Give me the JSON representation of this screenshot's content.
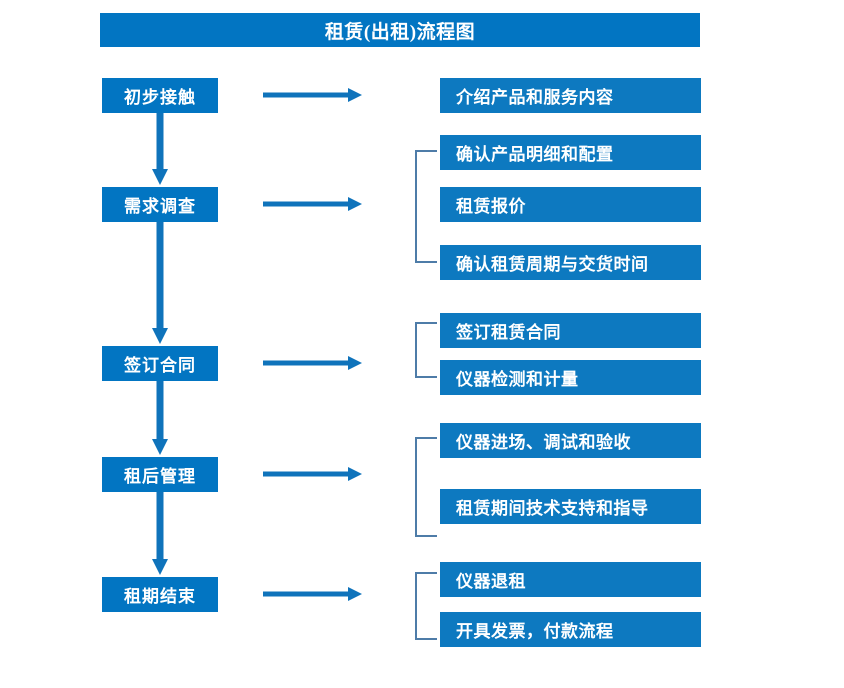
{
  "chart_data": {
    "type": "diagram",
    "title": "租赁(出租)流程图",
    "diagram_kind": "flowchart",
    "orientation": "vertical-with-branches",
    "colors": {
      "title_bar": "#0275C2",
      "stage_box": "#0275C2",
      "detail_box": "#0D79C0",
      "arrow": "#0F73BB",
      "bracket": "#4E7CA8",
      "text": "#FFFFFF",
      "background": "#FFFFFF"
    },
    "stages": [
      {
        "id": "stage-1",
        "label": "初步接触",
        "details": [
          "介绍产品和服务内容"
        ],
        "bracketed": false
      },
      {
        "id": "stage-2",
        "label": "需求调查",
        "details": [
          "确认产品明细和配置",
          "租赁报价",
          "确认租赁周期与交货时间"
        ],
        "bracketed": true
      },
      {
        "id": "stage-3",
        "label": "签订合同",
        "details": [
          "签订租赁合同",
          "仪器检测和计量"
        ],
        "bracketed": true
      },
      {
        "id": "stage-4",
        "label": "租后管理",
        "details": [
          "仪器进场、调试和验收",
          "租赁期间技术支持和指导"
        ],
        "bracketed": true
      },
      {
        "id": "stage-5",
        "label": "租期结束",
        "details": [
          "仪器退租",
          "开具发票，付款流程"
        ],
        "bracketed": true
      }
    ]
  },
  "title": {
    "text": "租赁(出租)流程图"
  },
  "stages": [
    {
      "label": "初步接触"
    },
    {
      "label": "需求调查"
    },
    {
      "label": "签订合同"
    },
    {
      "label": "租后管理"
    },
    {
      "label": "租期结束"
    }
  ],
  "details": [
    {
      "label": "介绍产品和服务内容"
    },
    {
      "label": "确认产品明细和配置"
    },
    {
      "label": "租赁报价"
    },
    {
      "label": "确认租赁周期与交货时间"
    },
    {
      "label": "签订租赁合同"
    },
    {
      "label": "仪器检测和计量"
    },
    {
      "label": "仪器进场、调试和验收"
    },
    {
      "label": "租赁期间技术支持和指导"
    },
    {
      "label": "仪器退租"
    },
    {
      "label": "开具发票，付款流程"
    }
  ]
}
